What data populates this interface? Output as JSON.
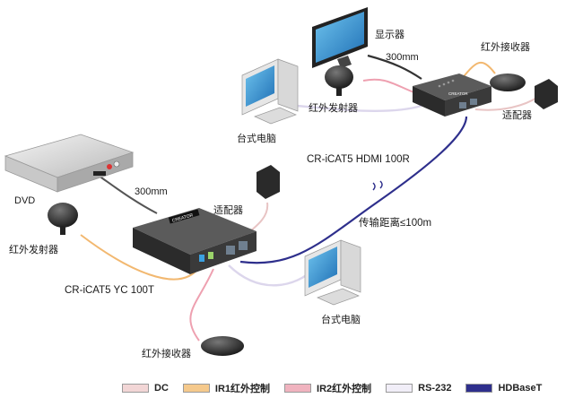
{
  "labels": {
    "display": "显示器",
    "cable_len_top": "300mm",
    "ir_receiver_top": "红外接收器",
    "ir_emitter_top": "红外发射器",
    "adapter_top": "适配器",
    "pc_top": "台式电脑",
    "receiver_model": "CR-iCAT5 HDMI 100R",
    "dvd": "DVD",
    "cable_len_bottom": "300mm",
    "adapter_bottom": "适配器",
    "distance": "传输距离≤100m",
    "ir_emitter_bottom": "红外发射器",
    "transmitter_model": "CR-iCAT5 YC 100T",
    "pc_bottom": "台式电脑",
    "ir_receiver_bottom": "红外接收器"
  },
  "legend": [
    {
      "label": "DC",
      "color": "#f2d6d6"
    },
    {
      "label": "IR1红外控制",
      "color": "#f5c98c"
    },
    {
      "label": "IR2红外控制",
      "color": "#f0b3bf"
    },
    {
      "label": "RS-232",
      "color": "#f1eef8"
    },
    {
      "label": "HDBaseT",
      "color": "#2e2f8c"
    }
  ],
  "colors": {
    "dc": "#e8c4c4",
    "ir1": "#f2b870",
    "ir2": "#eea0b0",
    "rs232": "#dcd6ec",
    "hdbaset": "#2e2f8c",
    "device_body": "#3a3a3a"
  },
  "device_text": {
    "tx_brand": "CREATOR",
    "rx_brand": "CREATOR"
  }
}
